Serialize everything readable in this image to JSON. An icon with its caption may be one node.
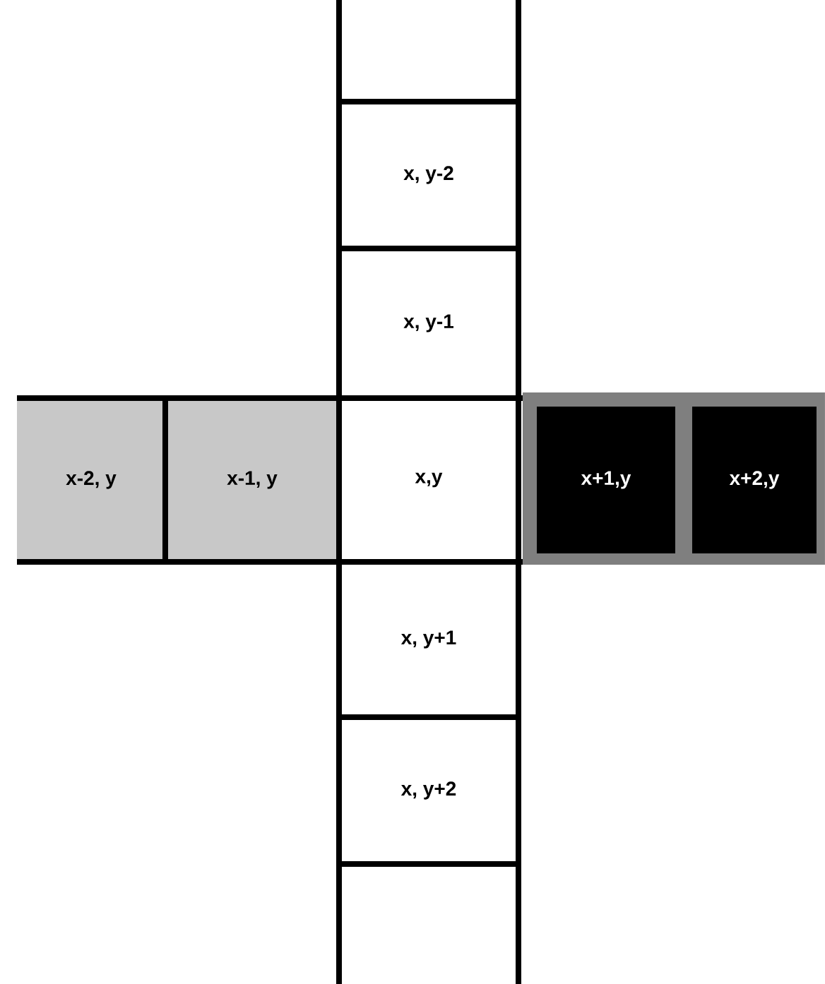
{
  "diagram": {
    "nodes": [
      {
        "text": [
          "x, y-2"
        ]
      },
      {
        "text": [
          "x, y-1"
        ]
      },
      {
        "text": [
          "x-2, y"
        ]
      },
      {
        "text": [
          "x-1, y"
        ]
      },
      {
        "text": [
          "x,y"
        ]
      },
      {
        "text": [
          "x+1,y"
        ]
      },
      {
        "text": [
          "x+2,y"
        ]
      },
      {
        "text": [
          "x, y+1"
        ]
      },
      {
        "text": [
          "x, y+2"
        ]
      }
    ]
  }
}
